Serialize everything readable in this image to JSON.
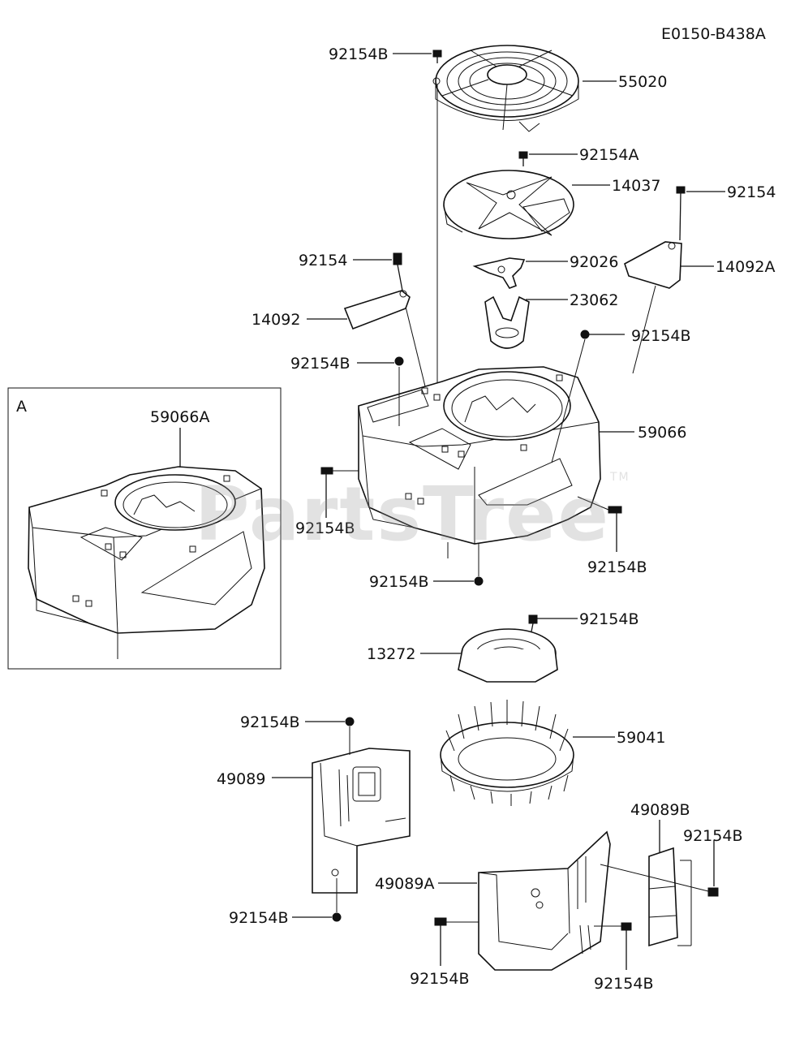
{
  "diagram": {
    "code": "E0150-B438A",
    "inset_label": "A",
    "watermark": "PartsTree",
    "watermark_tm": "TM"
  },
  "labels": {
    "p92154B_top": "92154B",
    "p55020": "55020",
    "p92154A": "92154A",
    "p14037": "14037",
    "p92154_right": "92154",
    "p92154_left": "92154",
    "p92026": "92026",
    "p14092A": "14092A",
    "p14092": "14092",
    "p23062": "23062",
    "p92154B_mid_right": "92154B",
    "p92154B_mid_left": "92154B",
    "p59066A": "59066A",
    "p59066": "59066",
    "p92154B_side_left": "92154B",
    "p92154B_side_right": "92154B",
    "p92154B_bottom_center": "92154B",
    "p92154B_plate": "92154B",
    "p13272": "13272",
    "p92154B_left_cover_top": "92154B",
    "p59041": "59041",
    "p49089": "49089",
    "p49089B": "49089B",
    "p92154B_far_right": "92154B",
    "p49089A": "49089A",
    "p92154B_left_cover_bottom": "92154B",
    "p92154B_bottom_left": "92154B",
    "p92154B_bottom_right": "92154B"
  }
}
